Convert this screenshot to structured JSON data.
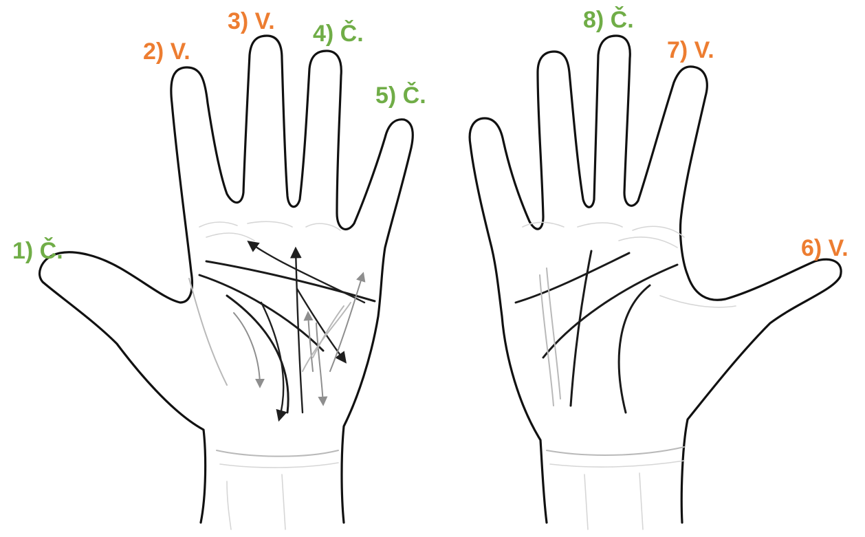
{
  "colors": {
    "green": "#70ad47",
    "orange": "#ed7d31",
    "ink": "#111111"
  },
  "labels": [
    {
      "id": "l1",
      "text": "1) Č.",
      "color": "green"
    },
    {
      "id": "l2",
      "text": "2) V.",
      "color": "orange"
    },
    {
      "id": "l3",
      "text": "3) V.",
      "color": "orange"
    },
    {
      "id": "l4",
      "text": "4) Č.",
      "color": "green"
    },
    {
      "id": "l5",
      "text": "5) Č.",
      "color": "green"
    },
    {
      "id": "l6",
      "text": "6) V.",
      "color": "orange"
    },
    {
      "id": "l7",
      "text": "7) V.",
      "color": "orange"
    },
    {
      "id": "l8",
      "text": "8) Č.",
      "color": "green"
    }
  ]
}
